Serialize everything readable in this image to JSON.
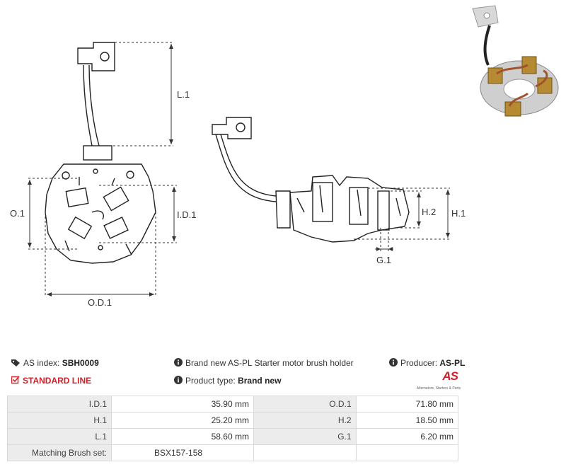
{
  "drawing_labels": {
    "l1": "L.1",
    "o1": "O.1",
    "id1": "I.D.1",
    "od1": "O.D.1",
    "h1": "H.1",
    "h2": "H.2",
    "g1": "G.1"
  },
  "info": {
    "as_index_label": "AS index:",
    "as_index_value": "SBH0009",
    "standard_line": "STANDARD LINE",
    "description": "Brand new AS-PL Starter motor brush holder",
    "product_type_label": "Product type:",
    "product_type_value": "Brand new",
    "producer_label": "Producer:",
    "producer_value": "AS-PL",
    "logo_text": "AS",
    "logo_subtext": "Alternators, Starters & Parts"
  },
  "specs": {
    "rows": [
      {
        "l1": "I.D.1",
        "v1": "35.90 mm",
        "l2": "O.D.1",
        "v2": "71.80 mm"
      },
      {
        "l1": "H.1",
        "v1": "25.20 mm",
        "l2": "H.2",
        "v2": "18.50 mm"
      },
      {
        "l1": "L.1",
        "v1": "58.60 mm",
        "l2": "G.1",
        "v2": "6.20 mm"
      },
      {
        "l1": "Matching Brush set:",
        "v1": "BSX157-158",
        "l2": "",
        "v2": ""
      }
    ]
  },
  "colors": {
    "accent_red": "#d0202a",
    "label_cell": "#ececec",
    "border": "#d9d9d9"
  }
}
